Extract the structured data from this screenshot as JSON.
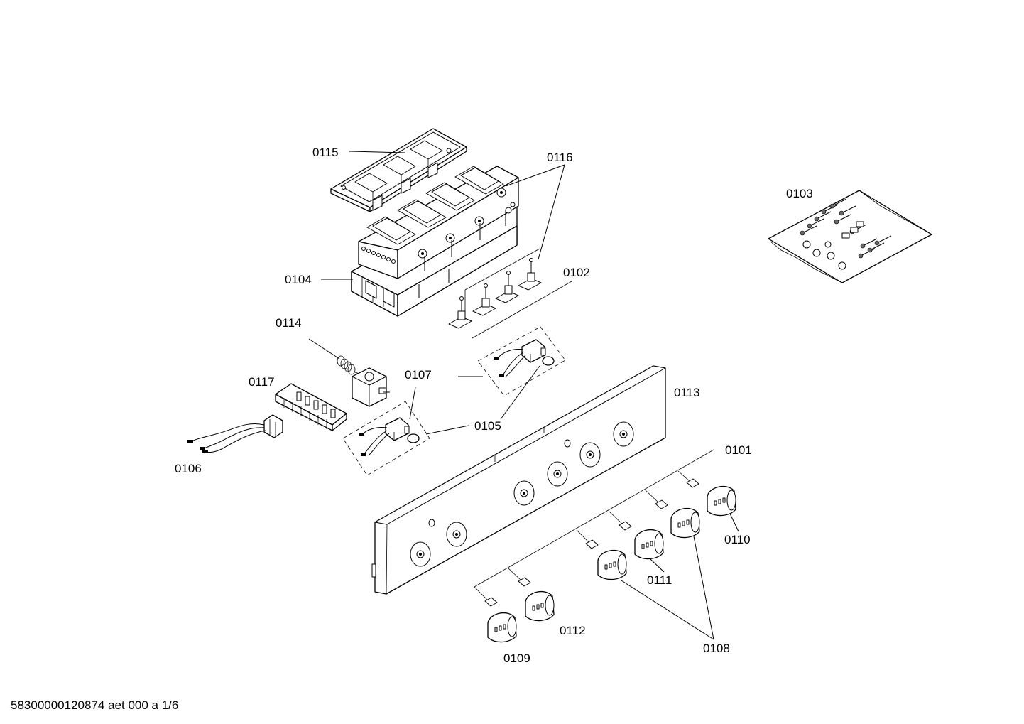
{
  "labels": {
    "p0101": "0101",
    "p0102": "0102",
    "p0103": "0103",
    "p0104": "0104",
    "p0105": "0105",
    "p0106": "0106",
    "p0107": "0107",
    "p0108": "0108",
    "p0109": "0109",
    "p0110": "0110",
    "p0111": "0111",
    "p0112": "0112",
    "p0113": "0113",
    "p0114": "0114",
    "p0115": "0115",
    "p0116": "0116",
    "p0117": "0117"
  },
  "footer": "58300000120874 aet 000 a 1/6"
}
